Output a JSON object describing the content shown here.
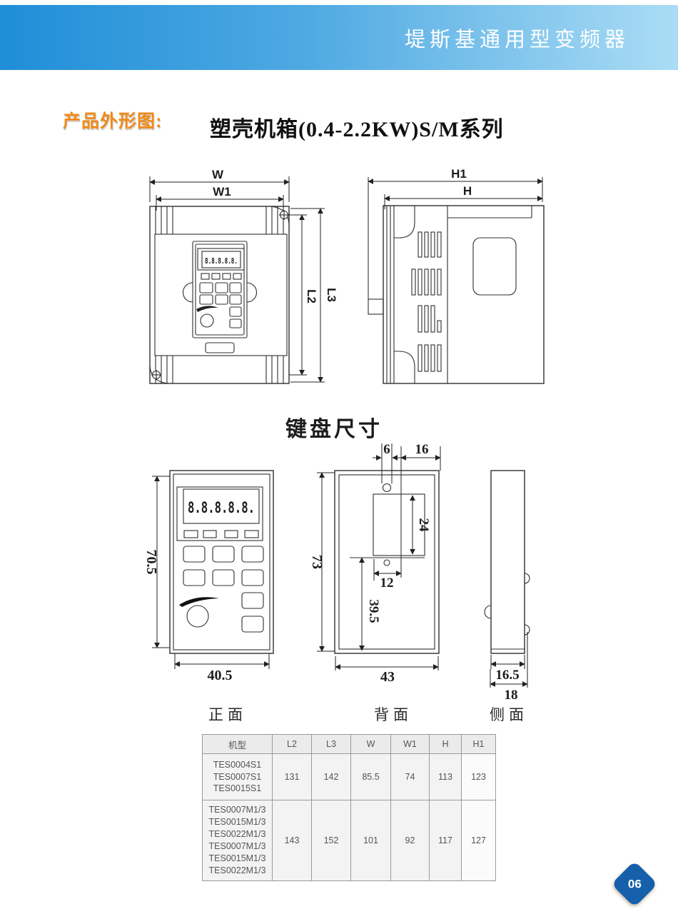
{
  "header": {
    "title": "堤斯基通用型变频器"
  },
  "section": {
    "label": "产品外形图:",
    "title": "塑壳机箱(0.4-2.2KW)S/M系列"
  },
  "outline": {
    "front": {
      "w": "W",
      "w1": "W1",
      "l2": "L2",
      "l3": "L3",
      "display": "8.8.8.8.8."
    },
    "side": {
      "h1": "H1",
      "h": "H"
    }
  },
  "keypad": {
    "title": "键盘尺寸",
    "front": {
      "label": "正面",
      "display": "8.8.8.8.8.",
      "height": "70.5",
      "width": "40.5"
    },
    "back": {
      "label": "背面",
      "height": "73",
      "width": "43",
      "hole_width": "6",
      "top_offset": "16",
      "slot_height": "24",
      "hole_span": "12",
      "lower_span": "39.5"
    },
    "side": {
      "label": "侧面",
      "depth": "16.5",
      "total_depth": "18"
    }
  },
  "table": {
    "headers": [
      "机型",
      "L2",
      "L3",
      "W",
      "W1",
      "H",
      "H1"
    ],
    "rows": [
      {
        "models": [
          "TES0004S1",
          "TES0007S1",
          "TES0015S1"
        ],
        "values": [
          "131",
          "142",
          "85.5",
          "74",
          "113",
          "123"
        ]
      },
      {
        "models": [
          "TES0007M1/3",
          "TES0015M1/3",
          "TES0022M1/3",
          "TES0007M1/3",
          "TES0015M1/3",
          "TES0022M1/3"
        ],
        "values": [
          "143",
          "152",
          "101",
          "92",
          "117",
          "127"
        ]
      }
    ]
  },
  "page_number": "06",
  "colors": {
    "header_blue": "#1f8ed8",
    "header_blue_light": "#abdcf5",
    "accent_orange": "#f08a18",
    "badge_blue": "#1660ab"
  }
}
